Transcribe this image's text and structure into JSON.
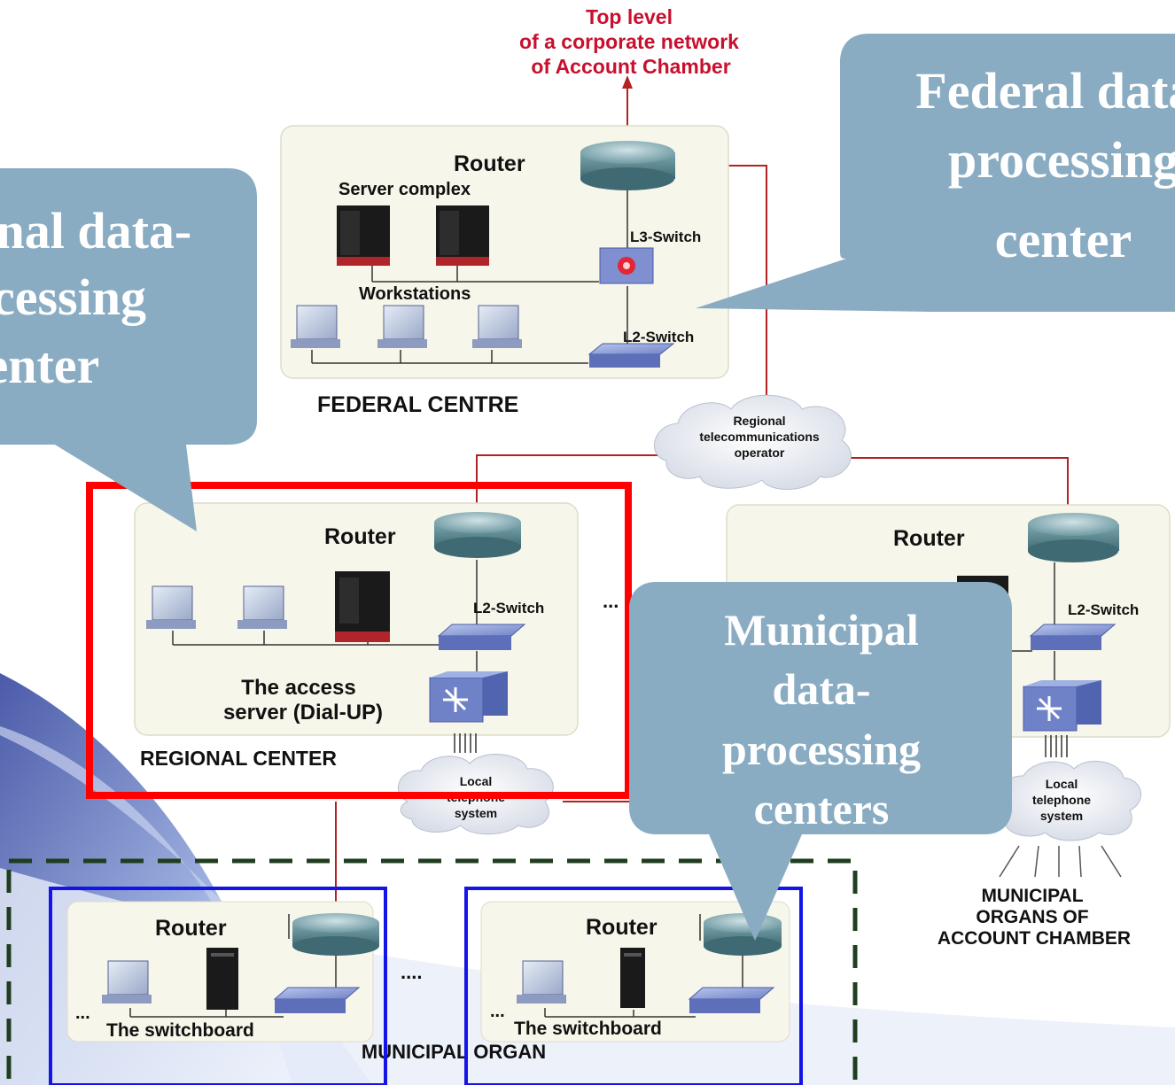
{
  "top_level": {
    "line1": "Top level",
    "line2": "of a corporate network",
    "line3": "of Account Chamber"
  },
  "federal": {
    "router": "Router",
    "server_complex": "Server complex",
    "l3_switch": "L3-Switch",
    "workstations": "Workstations",
    "l2_switch": "L2-Switch",
    "title": "FEDERAL CENTRE"
  },
  "regional_operator": {
    "line1": "Regional",
    "line2": "telecommunications",
    "line3": "operator"
  },
  "regional": {
    "router": "Router",
    "l2_switch": "L2-Switch",
    "access_server_line1": "The access",
    "access_server_line2": "server (Dial-UP)",
    "title": "REGIONAL CENTER"
  },
  "local_phone_left": {
    "line1": "Local",
    "line2": "telephone",
    "line3": "system"
  },
  "regional_right": {
    "router": "Router",
    "l2_switch": "L2-Switch"
  },
  "local_phone_right": {
    "line1": "Local",
    "line2": "telephone",
    "line3": "system"
  },
  "municipal_organs": {
    "line1": "MUNICIPAL",
    "line2": "ORGANS OF",
    "line3": "ACCOUNT CHAMBER"
  },
  "municipal_left": {
    "router": "Router",
    "switchboard": "The switchboard"
  },
  "municipal_right": {
    "router": "Router",
    "switchboard": "The switchboard"
  },
  "municipal_title": "MUNICIPAL ORGAN",
  "ellipsis": "....",
  "dots": "...",
  "callouts": {
    "federal": {
      "line1": "Federal data-",
      "line2": "processing",
      "line3": "center"
    },
    "regional": {
      "line1": "Regional data-",
      "line2": "processing",
      "line3": "center"
    },
    "municipal": {
      "line1": "Municipal",
      "line2": "data-",
      "line3": "processing",
      "line4": "centers"
    }
  },
  "colors": {
    "link_line": "#b22222",
    "callout_fill": "#8aacc2",
    "panel_fill": "#f7f6ea",
    "highlight_red": "#ff0000",
    "highlight_blue": "#1414e6",
    "dashed_green": "#1f3d1f"
  }
}
